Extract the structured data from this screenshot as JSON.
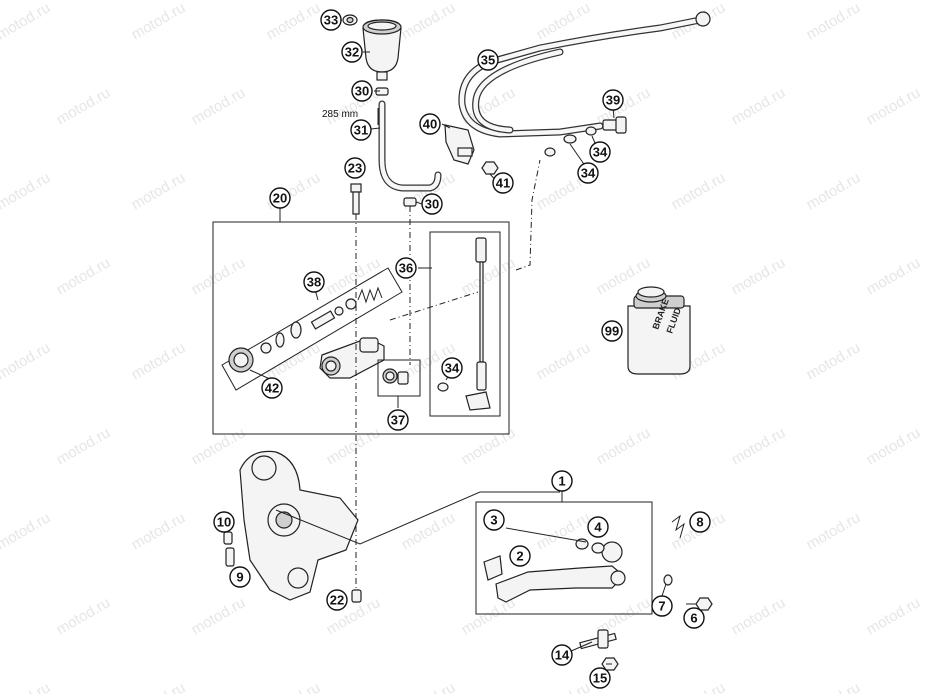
{
  "watermark": "motod.ru",
  "dimension_label": "285 mm",
  "bottle_label_line1": "BRAKE",
  "bottle_label_line2": "FLUID",
  "callouts": [
    {
      "id": "c33",
      "text": "33"
    },
    {
      "id": "c32",
      "text": "32"
    },
    {
      "id": "c30a",
      "text": "30"
    },
    {
      "id": "c31",
      "text": "31"
    },
    {
      "id": "c23",
      "text": "23"
    },
    {
      "id": "c30b",
      "text": "30"
    },
    {
      "id": "c20",
      "text": "20"
    },
    {
      "id": "c35",
      "text": "35"
    },
    {
      "id": "c40",
      "text": "40"
    },
    {
      "id": "c41",
      "text": "41"
    },
    {
      "id": "c34a",
      "text": "34"
    },
    {
      "id": "c34b",
      "text": "34"
    },
    {
      "id": "c39",
      "text": "39"
    },
    {
      "id": "c36",
      "text": "36"
    },
    {
      "id": "c38",
      "text": "38"
    },
    {
      "id": "c42",
      "text": "42"
    },
    {
      "id": "c37",
      "text": "37"
    },
    {
      "id": "c34c",
      "text": "34"
    },
    {
      "id": "c99",
      "text": "99"
    },
    {
      "id": "c1",
      "text": "1"
    },
    {
      "id": "c3",
      "text": "3"
    },
    {
      "id": "c4",
      "text": "4"
    },
    {
      "id": "c2",
      "text": "2"
    },
    {
      "id": "c8",
      "text": "8"
    },
    {
      "id": "c7",
      "text": "7"
    },
    {
      "id": "c6",
      "text": "6"
    },
    {
      "id": "c10",
      "text": "10"
    },
    {
      "id": "c9",
      "text": "9"
    },
    {
      "id": "c22",
      "text": "22"
    },
    {
      "id": "c14",
      "text": "14"
    },
    {
      "id": "c15",
      "text": "15"
    }
  ]
}
